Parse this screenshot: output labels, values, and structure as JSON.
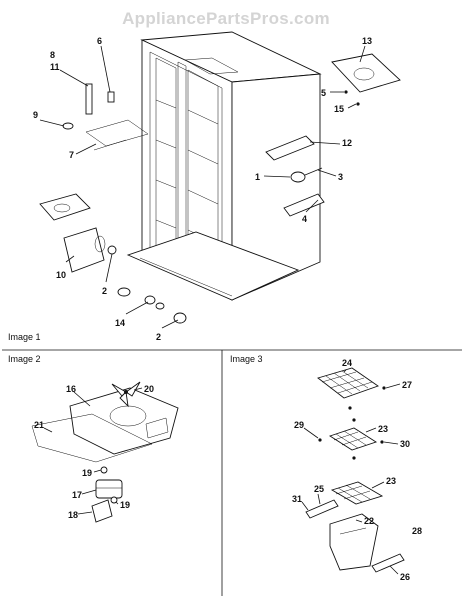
{
  "watermark": "AppliancePartsPros.com",
  "sections": {
    "image1": "Image 1",
    "image2": "Image 2",
    "image3": "Image 3"
  },
  "callouts": {
    "c13": "13",
    "c6": "6",
    "c8": "8",
    "c11": "11",
    "c9": "9",
    "c7": "7",
    "c5": "5",
    "c15": "15",
    "c12": "12",
    "c1": "1",
    "c3": "3",
    "c4": "4",
    "c10": "10",
    "c2a": "2",
    "c14": "14",
    "c2b": "2",
    "c16": "16",
    "c20": "20",
    "c21": "21",
    "c19a": "19",
    "c17": "17",
    "c18": "18",
    "c19b": "19",
    "c24": "24",
    "c27": "27",
    "c29": "29",
    "c23a": "23",
    "c30": "30",
    "c23b": "23",
    "c31": "31",
    "c25": "25",
    "c22": "22",
    "c28": "28",
    "c26": "26"
  }
}
